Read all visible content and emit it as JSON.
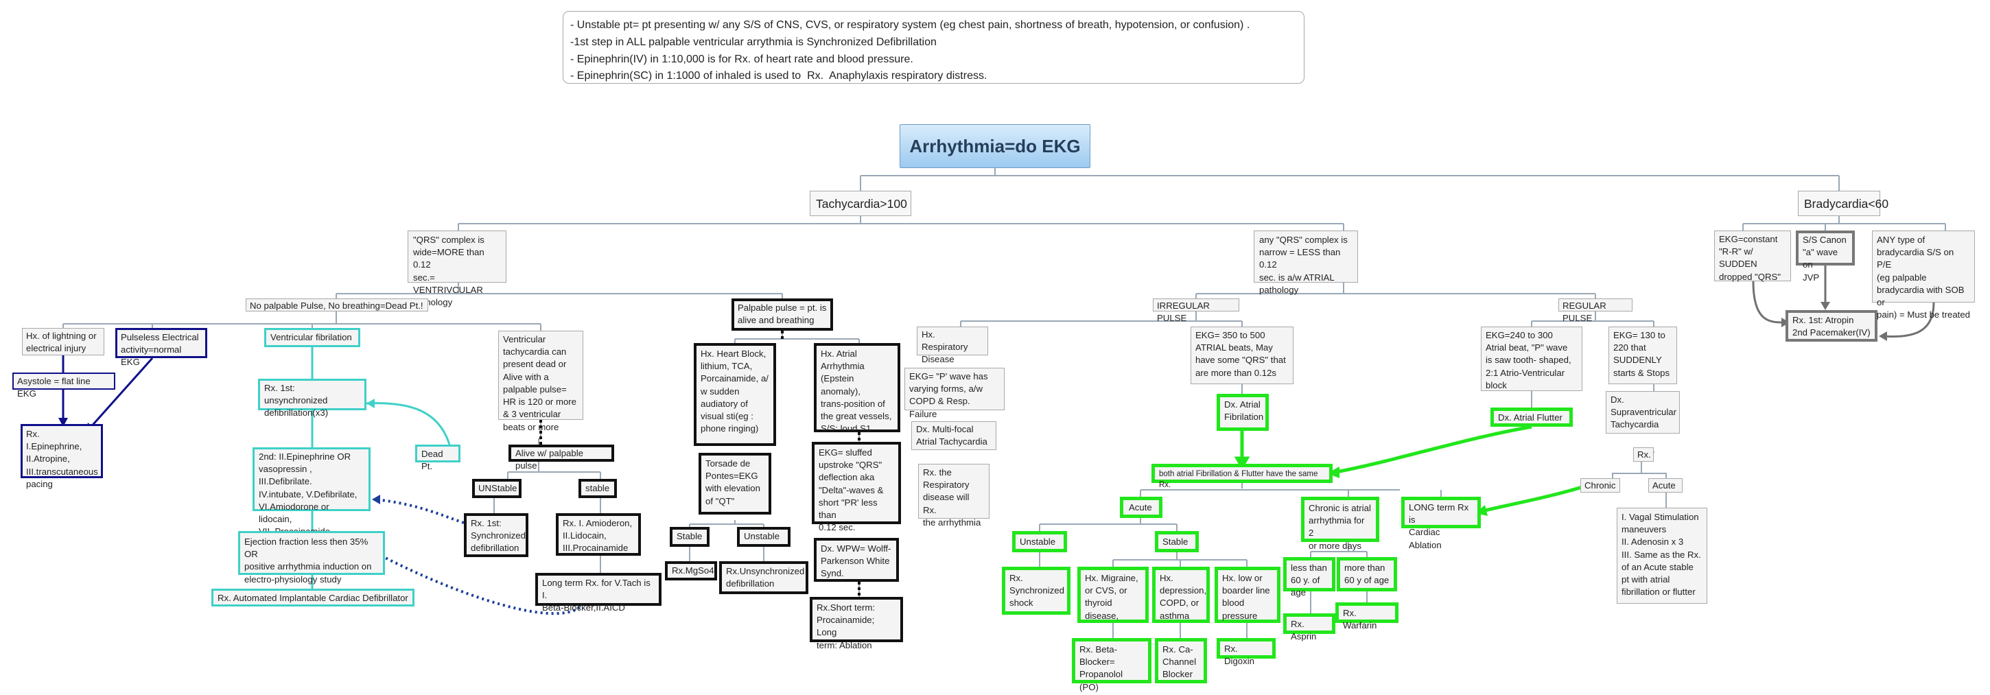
{
  "notes": [
    "- Unstable pt= pt presenting w/ any S/S of CNS, CVS, or respiratory system (eg chest pain, shortness of breath, hypotension, or confusion) .",
    "-1st step in ALL palpable ventricular arrythmia is Synchronized Defibrillation",
    "- Epinephrin(IV) in 1:10,000 is for Rx. of heart rate and blood pressure.",
    "- Epinephrin(SC) in 1:1000 of inhaled is used to  Rx.  Anaphylaxis respiratory distress."
  ],
  "root": "Arrhythmia=do EKG",
  "tachycardia": "Tachycardia>100",
  "bradycardia": "Bradycardia<60",
  "qrs_wide": "\"QRS\" complex is\nwide=MORE than 0.12\nsec.= VENTRIVCULAR\npathology",
  "qrs_narrow": "any \"QRS\" complex is\nnarrow = LESS than 0.12\nsec. is a/w ATRIAL\npathology",
  "no_pulse": "No palpable Pulse, No breathing=Dead Pt.!",
  "palpable_pulse": "Palpable pulse = pt. is\nalive and breathing",
  "irregular_pulse": "IRREGULAR PULSE",
  "regular_pulse": "REGULAR PULSE",
  "hx_lightning": "Hx. of lightning or\nelectrical  injury",
  "pea": "Pulseless Electrical\nactivity=normal EKG",
  "asystole": "Asystole = flat line EKG",
  "rx_epinephrine": "Rx. I.Epinephrine,\nII.Atropine,\nIII.transcutaneous\npacing",
  "vfib": "Ventricular fibrilation",
  "rx_unsync_x3": "Rx. 1st: unsynchronized\ndefibrillation(x3)",
  "second_line": "2nd: II.Epinephrine OR\nvasopressin , III.Defibrilate.\nIV.intubate, V.Defibrilate,\nVI.Amiodorone or lidocain,\nVII. Procainamide",
  "ejection_fraction": "Ejection fraction less then 35% OR\npositive arrhythmia induction on\nelectro-physiology study",
  "aicd": "Rx. Automated Implantable Cardiac Defibrillator",
  "dead_pt": "Dead Pt.",
  "vtach": "Ventricular\ntachycardia can\npresent dead or\nAlive with a\npalpable pulse=\nHR is 120 or more\n& 3 ventricular\nbeats or more",
  "alive_pulse": "Alive w/ palpable pulse",
  "unstable_v": "UNStable",
  "stable_v": "stable",
  "rx_sync_defib": "Rx. 1st:\nSynchronized\ndefibrillation",
  "rx_amiodarone": "Rx. I. Amioderon,\nII.Lidocain,\nIII.Procainamide",
  "long_term_vtach": "Long term Rx. for V.Tach is I.\nBeta-Blocker,II.AICD",
  "hx_heart_block": "Hx. Heart Block,\nlithium, TCA,\nPorcainamide, a/\nw sudden\naudiatory of\nvisual sti(eg :\nphone ringing)",
  "torsade": "Torsade de\nPontes=EKG\nwith elevation\nof \"QT\"",
  "stable_t": "Stable",
  "unstable_t": "Unstable",
  "rx_mgso4": "Rx.MgSo4",
  "rx_unsync_defib": "Rx.Unsynchronized\ndefibrillation",
  "hx_atrial_arrhythmia": "Hx. Atrial\nArrhythmia\n(Epstein anomaly),\ntrans-position of\nthe great vessels,\nS/S: loud S1",
  "ekg_slurred": "EKG= sluffed\nupstroke \"QRS\"\ndeflection aka\n\"Delta\"-waves &\nshort \"PR' less than\n0.12 sec.",
  "wpw": "Dx. WPW= Wolff-\nParkenson White\nSynd.",
  "wpw_rx": "Rx.Short term:\nProcainamide; Long\nterm: Ablation",
  "hx_respiratory": "Hx. Respiratory\nDisease",
  "ekg_p_wave": "EKG= \"P' wave has\nvarying forms, a/w\nCOPD & Resp. Failure",
  "multifocal": "Dx. Multi-focal\nAtrial Tachycardia",
  "rx_respiratory": "Rx. the\nRespiratory\ndisease will Rx.\nthe arrhythmia",
  "ekg_350": "EKG= 350 to 500\nATRIAL beats, May\nhave some \"QRS\" that\nare more than 0.12s",
  "dx_afib": "Dx. Atrial\nFibrilation",
  "same_rx": "both atrial Fibrillation & Flutter have the same Rx.",
  "acute": "Acute",
  "unstable_a": "Unstable",
  "stable_a": "Stable",
  "rx_sync_shock": "Rx.\nSynchronized\nshock",
  "hx_migraine": "Hx. Migraine,\nor CVS, or\nthyroid\ndisease,",
  "rx_beta_blocker": "Rx. Beta-\nBlocker=\nPropanolol (PO)",
  "hx_depression": "Hx.\ndepression,\nCOPD, or\nasthma",
  "rx_ca_blocker": "Rx. Ca-\nChannel\nBlocker",
  "hx_low_bp": "Hx. low or\nboarder line\nblood\npressure",
  "rx_digoxin": "Rx. Digoxin",
  "chronic_afib": "Chronic is atrial\narrhythmia for 2\nor more days",
  "less_60": "less than\n60 y. of\nage",
  "more_60": "more than\n60 y of age",
  "rx_asprin": "Rx. Asprin",
  "rx_warfarin": "Rx. Warfarin",
  "long_term_ablation": "LONG term Rx is\nCardiac Ablation",
  "ekg_240": "EKG=240 to 300\nAtrial beat, \"P\" wave\nis saw tooth- shaped,\n2:1 Atrio-Ventricular\nblock",
  "dx_flutter": "Dx. Atrial Flutter",
  "ekg_130": "EKG= 130 to\n220 that\nSUDDENLY\nstarts & Stops",
  "dx_svt": "Dx.\nSupraventricular\nTachycardia",
  "rx_svt": "Rx.",
  "chronic_svt": "Chronic",
  "acute_svt": "Acute",
  "svt_treatment": "I. Vagal Stimulation\nmaneuvers\nII. Adenosin x 3\nIII. Same as the Rx.\nof an Acute stable\npt with atrial\nfibrillation or flutter",
  "ekg_constant": "EKG=constant\n\"R-R\" w/\nSUDDEN\ndropped \"QRS\"",
  "canon_a": "S/S Canon\n\"a\" wave on\nJVP",
  "any_brady": "ANY type of\nbradycardia  S/S on P/E\n(eg palpable\nbradycardia with SOB or\npain) = Must be treated",
  "rx_atropin": "Rx. 1st: Atropin\n2nd Pacemaker(IV)"
}
